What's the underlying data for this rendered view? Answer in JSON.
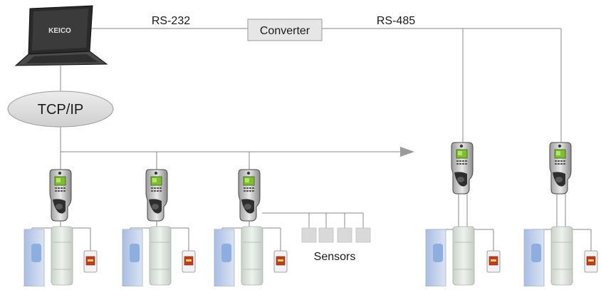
{
  "diagram": {
    "labels": {
      "rs232": "RS-232",
      "rs485": "RS-485",
      "converter": "Converter",
      "tcpip": "TCP/IP",
      "sensors": "Sensors",
      "laptop_brand": "KEICO",
      "exit_sign": "EXIT"
    },
    "colors": {
      "line": "#8a8a8a",
      "converter_fill": "#e6e6e6",
      "cloud_fill": "#dedede",
      "door_fill": "#b8c8e6",
      "door_handle": "#8eaee0",
      "panel_fill": "#d6ddd6",
      "sensor_fill": "#d9d9d9",
      "exit_red": "#c23b22"
    },
    "lan_group_count": 3,
    "rs485_group_count": 2,
    "sensor_count": 4
  }
}
